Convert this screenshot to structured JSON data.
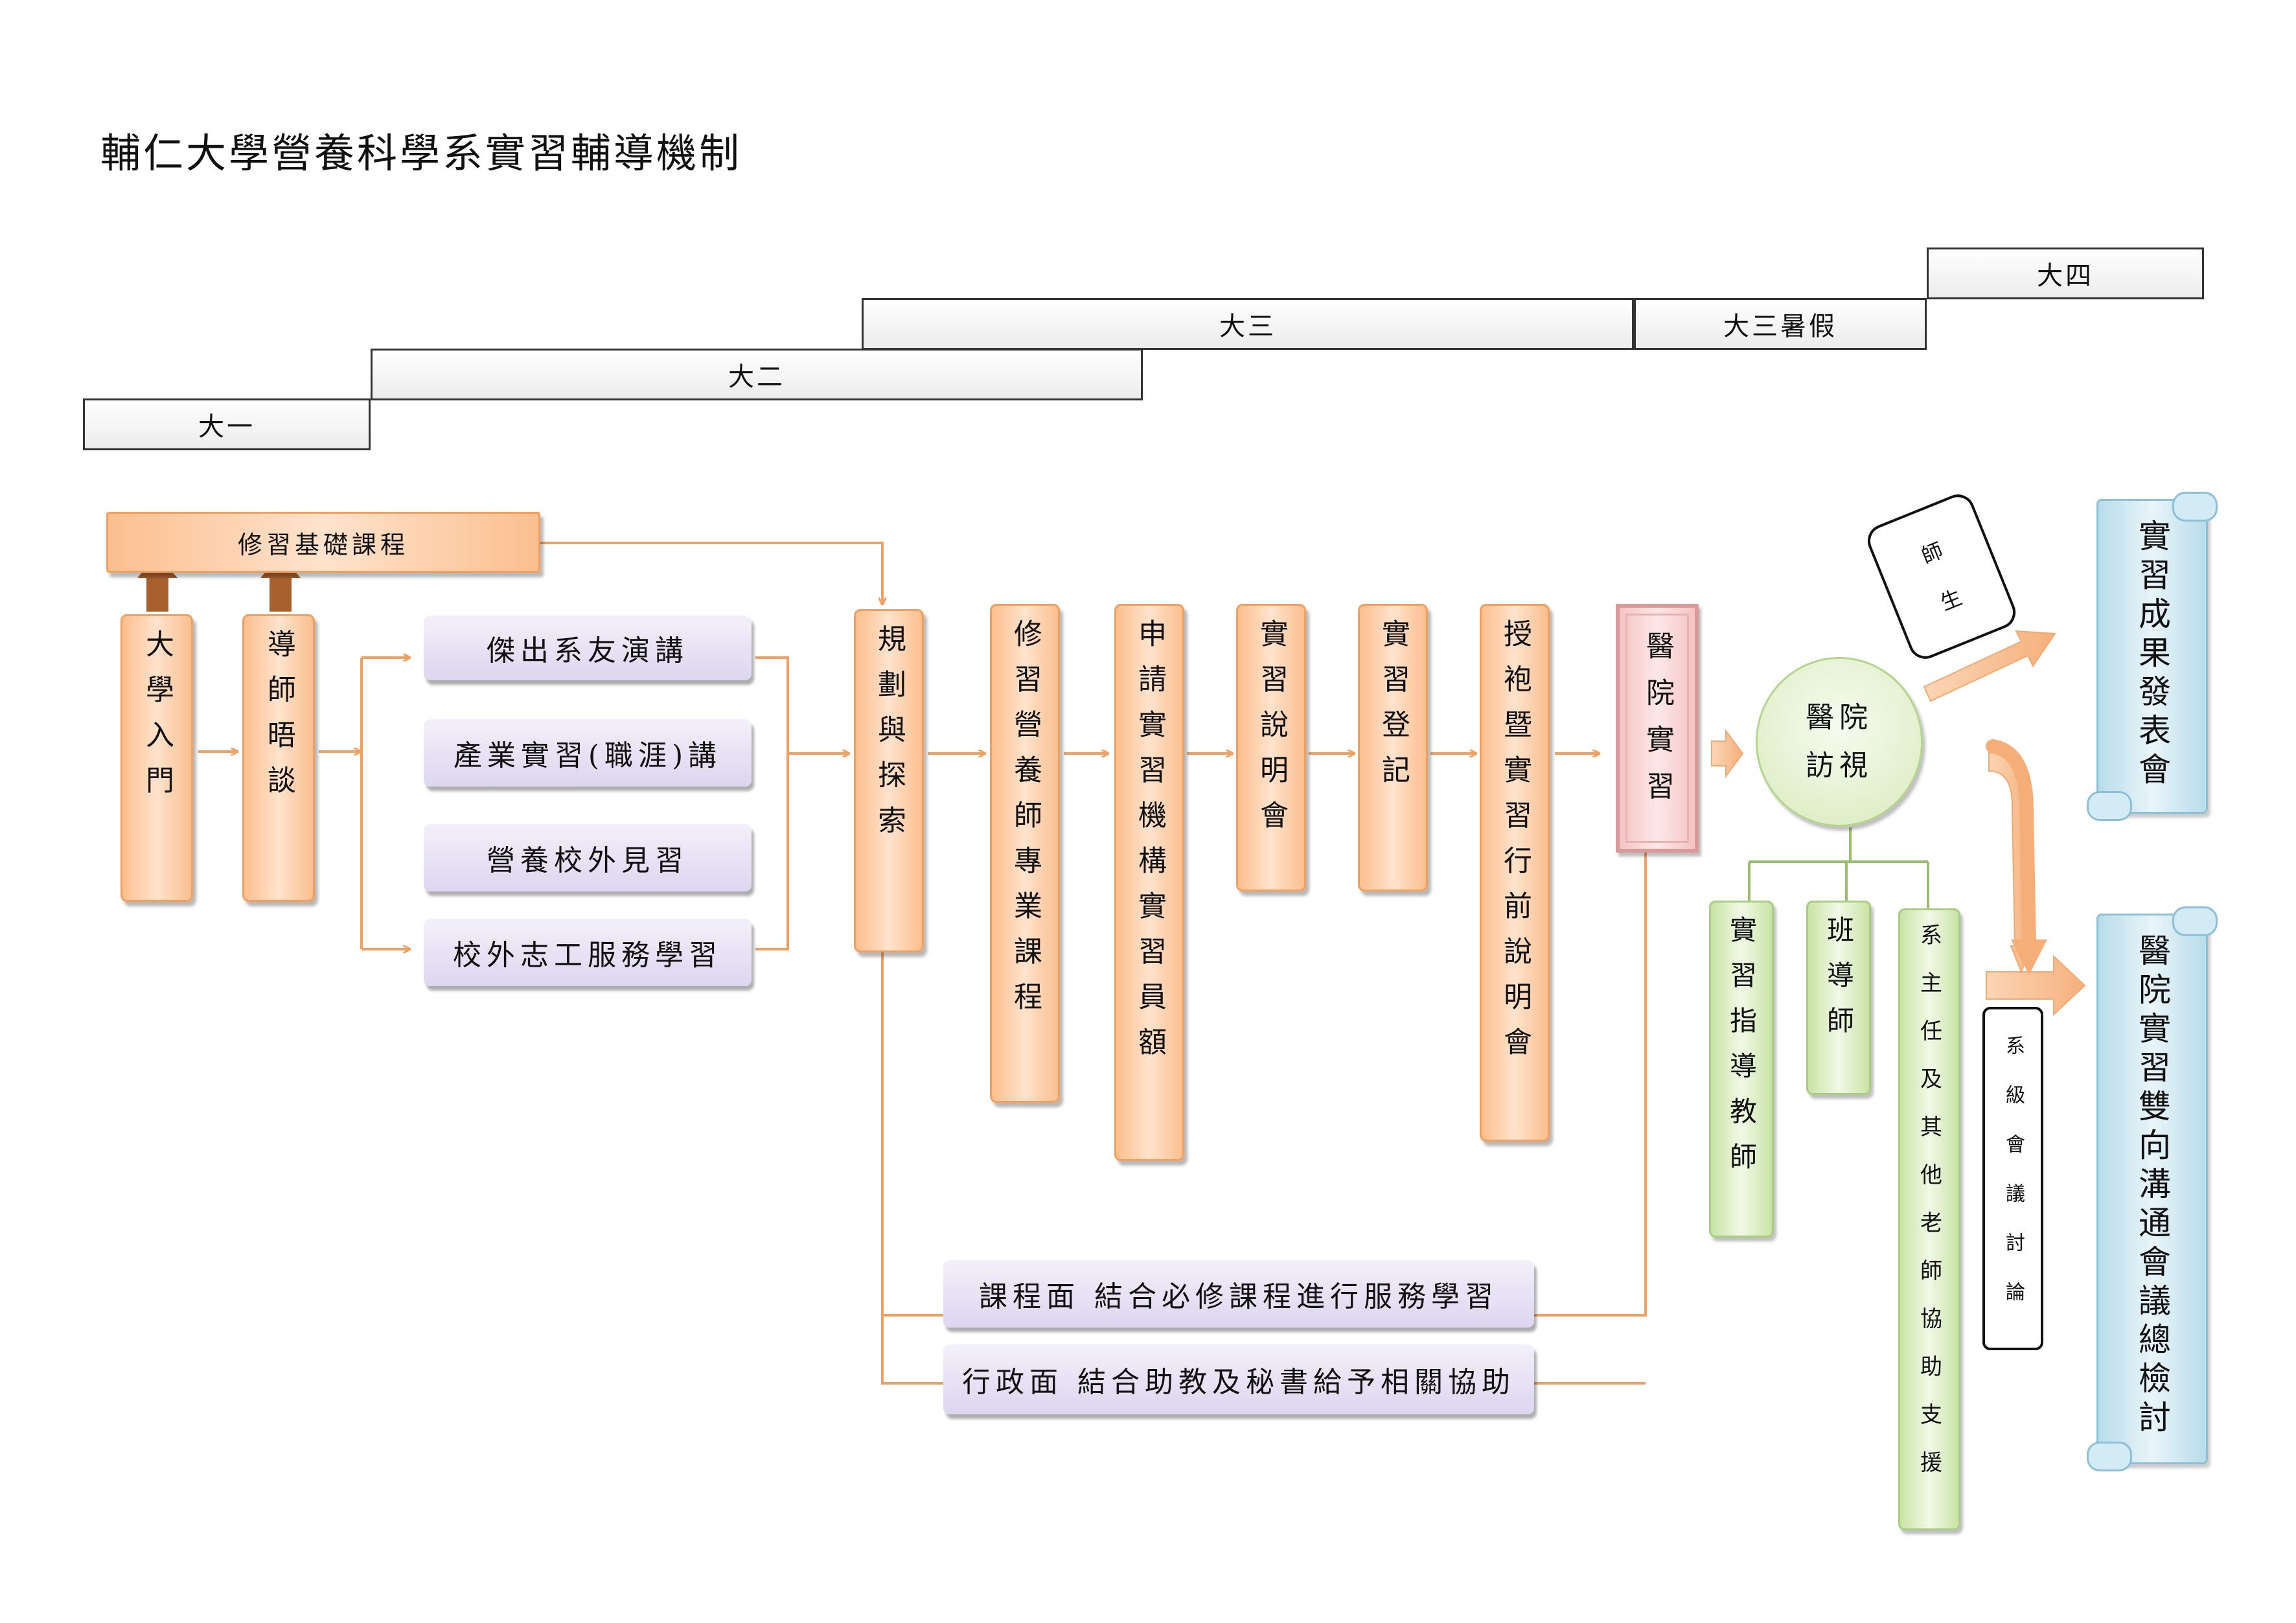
{
  "title": "輔仁大學營養科學系實習輔導機制",
  "years": {
    "y1": "大一",
    "y2": "大二",
    "y3": "大三",
    "y3s": "大三暑假",
    "y4": "大四"
  },
  "foundation": "修習基礎課程",
  "steps": {
    "intro": "大學入門",
    "mentor": "導師晤談",
    "plan": "規劃與探索",
    "dietitian": "修習營養師專業課程",
    "apply": "申請實習機構實習員額",
    "briefing": "實習說明會",
    "register": "實習登記",
    "robe": "授袍暨實習行前說明會",
    "hospital": "醫院實習"
  },
  "activities": [
    "傑出系友演講",
    "產業實習(職涯)講",
    "營養校外見習",
    "校外志工服務學習"
  ],
  "support": {
    "course": "課程面  結合必修課程進行服務學習",
    "admin": "行政面  結合助教及秘書給予相關協助"
  },
  "visit": {
    "line1": "醫院",
    "line2": "訪視"
  },
  "visitors": {
    "instructor": "實習指導教師",
    "homeroom": "班導師",
    "chair": "系主任及其他老師協助支援"
  },
  "card": {
    "line1": "師",
    "line2": "生"
  },
  "meeting": "系級會議討論",
  "outcomes": {
    "present": "實習成果發表會",
    "review": "醫院實習雙向溝通會議總檢討"
  }
}
